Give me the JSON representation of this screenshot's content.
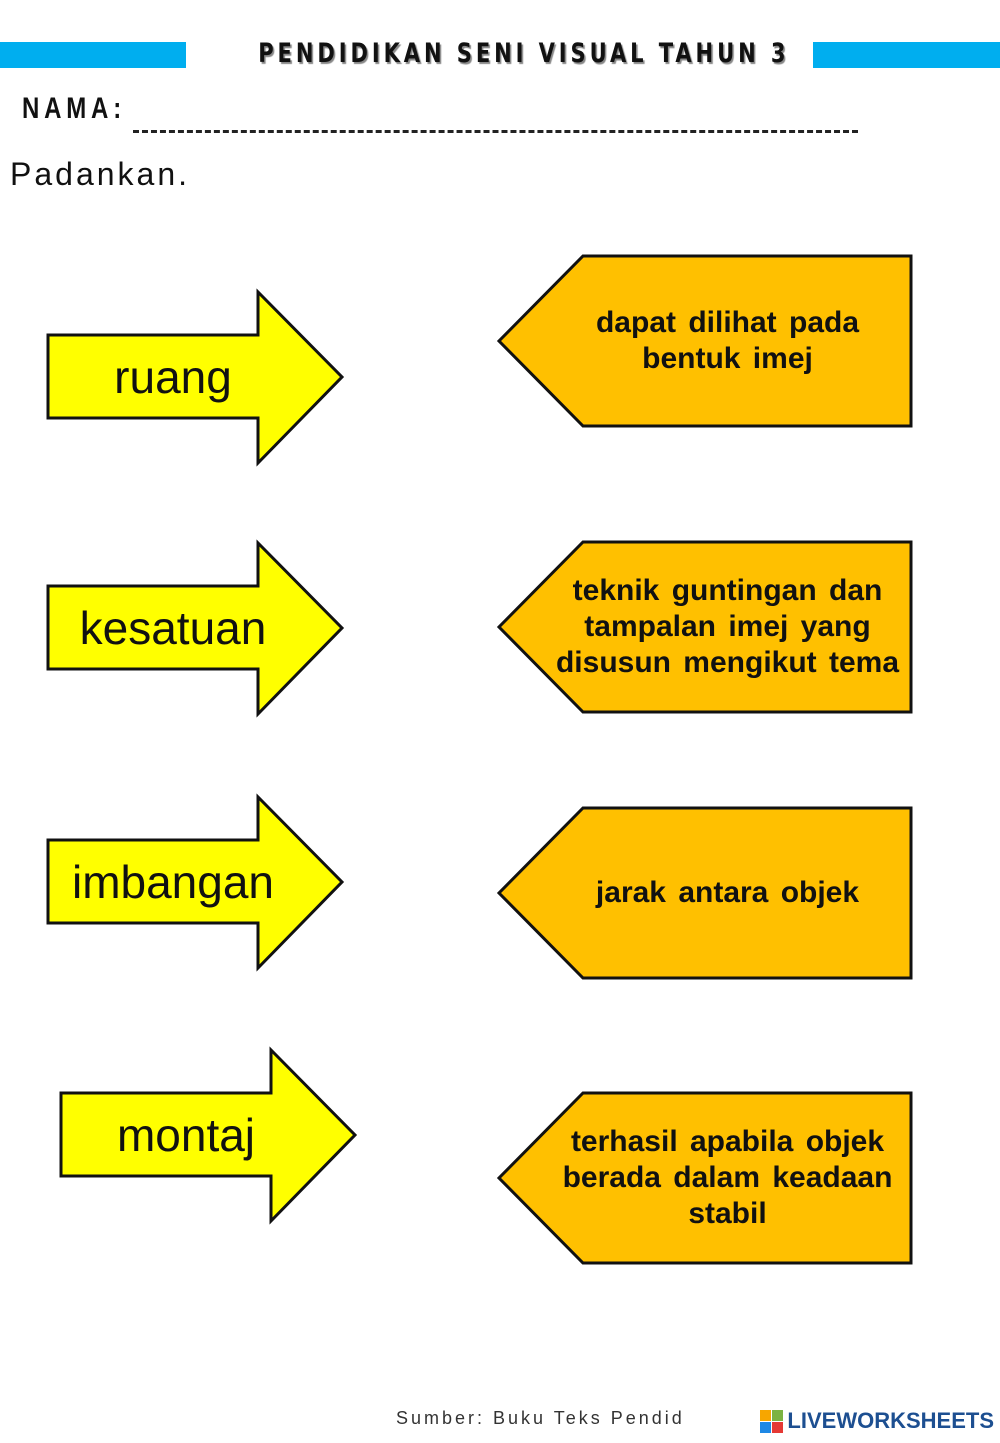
{
  "header": {
    "title": "PENDIDIKAN SENI VISUAL TAHUN 3",
    "accent_color": "#00aeef"
  },
  "name_field": {
    "label": "NAMA:"
  },
  "instruction": "Padankan.",
  "terms": [
    {
      "label": "ruang"
    },
    {
      "label": "kesatuan"
    },
    {
      "label": "imbangan"
    },
    {
      "label": "montaj"
    }
  ],
  "definitions": [
    {
      "label": "dapat dilihat pada bentuk imej"
    },
    {
      "label": "teknik guntingan dan tampalan imej yang disusun mengikut tema"
    },
    {
      "label": "jarak antara objek"
    },
    {
      "label": "terhasil apabila objek berada dalam keadaan stabil"
    }
  ],
  "colors": {
    "term_fill": "#ffff00",
    "definition_fill": "#ffc000"
  },
  "footer": {
    "source": "Sumber: Buku Teks Pendid",
    "watermark": "LIVEWORKSHEETS"
  }
}
